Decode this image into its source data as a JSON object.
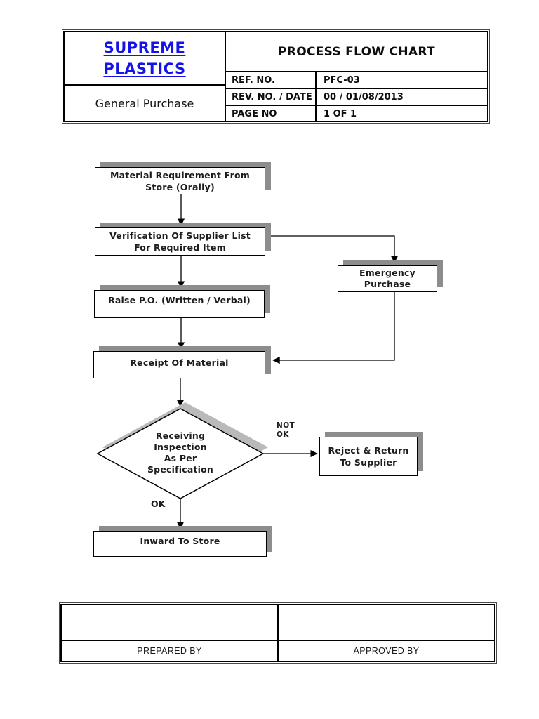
{
  "header": {
    "company_line1": "SUPREME",
    "company_line2": "PLASTICS",
    "title": "PROCESS FLOW CHART",
    "subtitle": "General Purchase",
    "meta": [
      {
        "label": "REF. NO.",
        "value": "PFC-03"
      },
      {
        "label": "REV. NO. / DATE",
        "value": "00 / 01/08/2013"
      },
      {
        "label": "PAGE NO",
        "value": "1 OF 1"
      }
    ]
  },
  "flowchart": {
    "nodes": {
      "material": {
        "lines": [
          "Material Requirement From",
          "Store (Orally)"
        ]
      },
      "verification": {
        "lines": [
          "Verification Of Supplier List",
          "For Required Item"
        ]
      },
      "raise_po": {
        "label": "Raise P.O. (Written / Verbal)"
      },
      "emergency": {
        "lines": [
          "Emergency",
          "Purchase"
        ]
      },
      "receipt": {
        "label": "Receipt Of Material"
      },
      "inspection": {
        "lines": [
          "Receiving",
          "Inspection",
          "As Per",
          "Specification"
        ]
      },
      "reject": {
        "lines": [
          "Reject & Return",
          "To Supplier"
        ]
      },
      "inward": {
        "label": "Inward To Store"
      }
    },
    "edge_labels": {
      "not_ok_line1": "NOT",
      "not_ok_line2": "OK",
      "ok": "OK"
    }
  },
  "footer": {
    "prepared_by": "PREPARED BY",
    "approved_by": "APPROVED BY"
  },
  "colors": {
    "brand_blue": "#1414e6",
    "box_shadow": "#8d8d8d",
    "diamond_shadow": "#b9b9b9",
    "line": "#000000",
    "ink": "#1c1c1c"
  }
}
